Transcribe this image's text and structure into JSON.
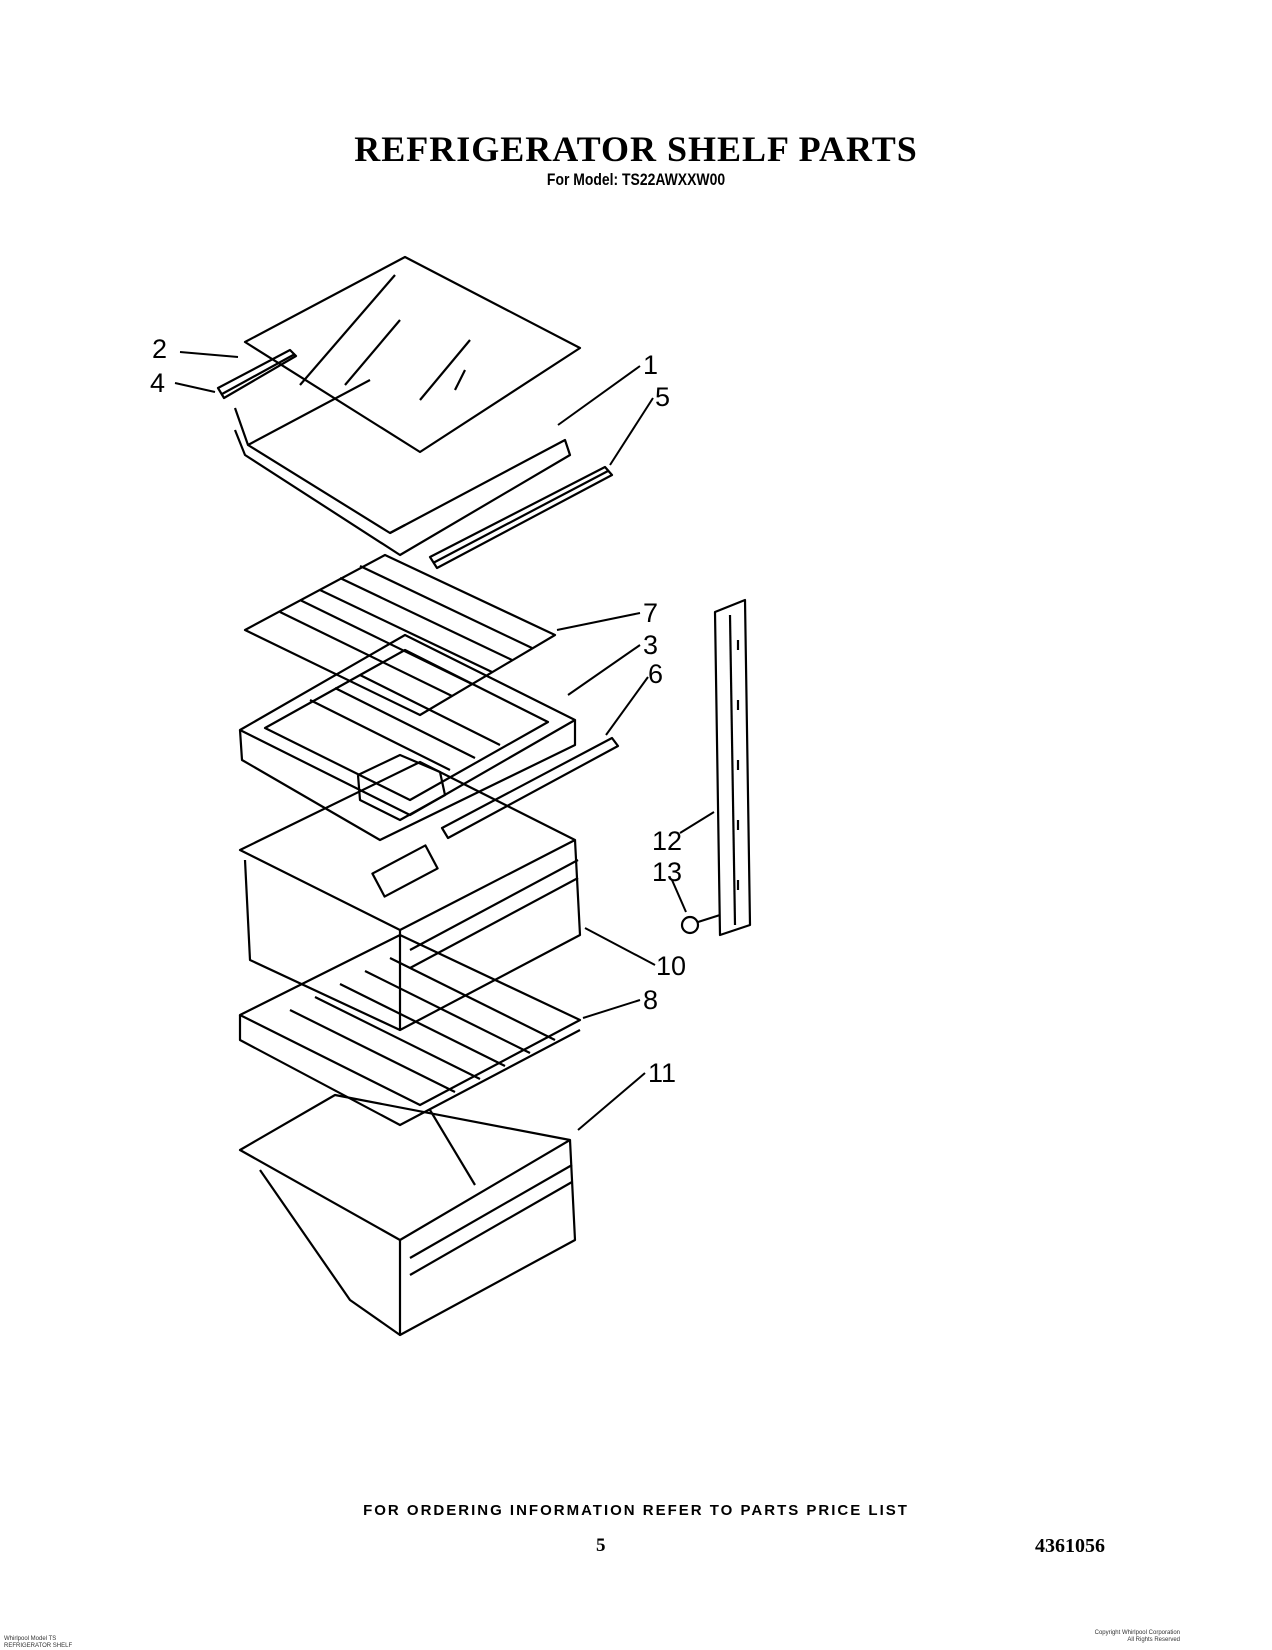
{
  "header": {
    "title": "REFRIGERATOR SHELF PARTS",
    "subtitle": "For Model: TS22AWXXW00"
  },
  "callouts": [
    "1",
    "2",
    "3",
    "4",
    "5",
    "6",
    "7",
    "8",
    "10",
    "11",
    "12",
    "13"
  ],
  "footer": {
    "ordering_note": "FOR ORDERING INFORMATION REFER TO PARTS PRICE LIST",
    "page_number": "5",
    "document_number": "4361056",
    "fine_print_left": [
      "Whirlpool Model TS",
      "REFRIGERATOR SHELF"
    ],
    "fine_print_right": [
      "Copyright Whirlpool Corporation",
      "All Rights Reserved"
    ]
  }
}
